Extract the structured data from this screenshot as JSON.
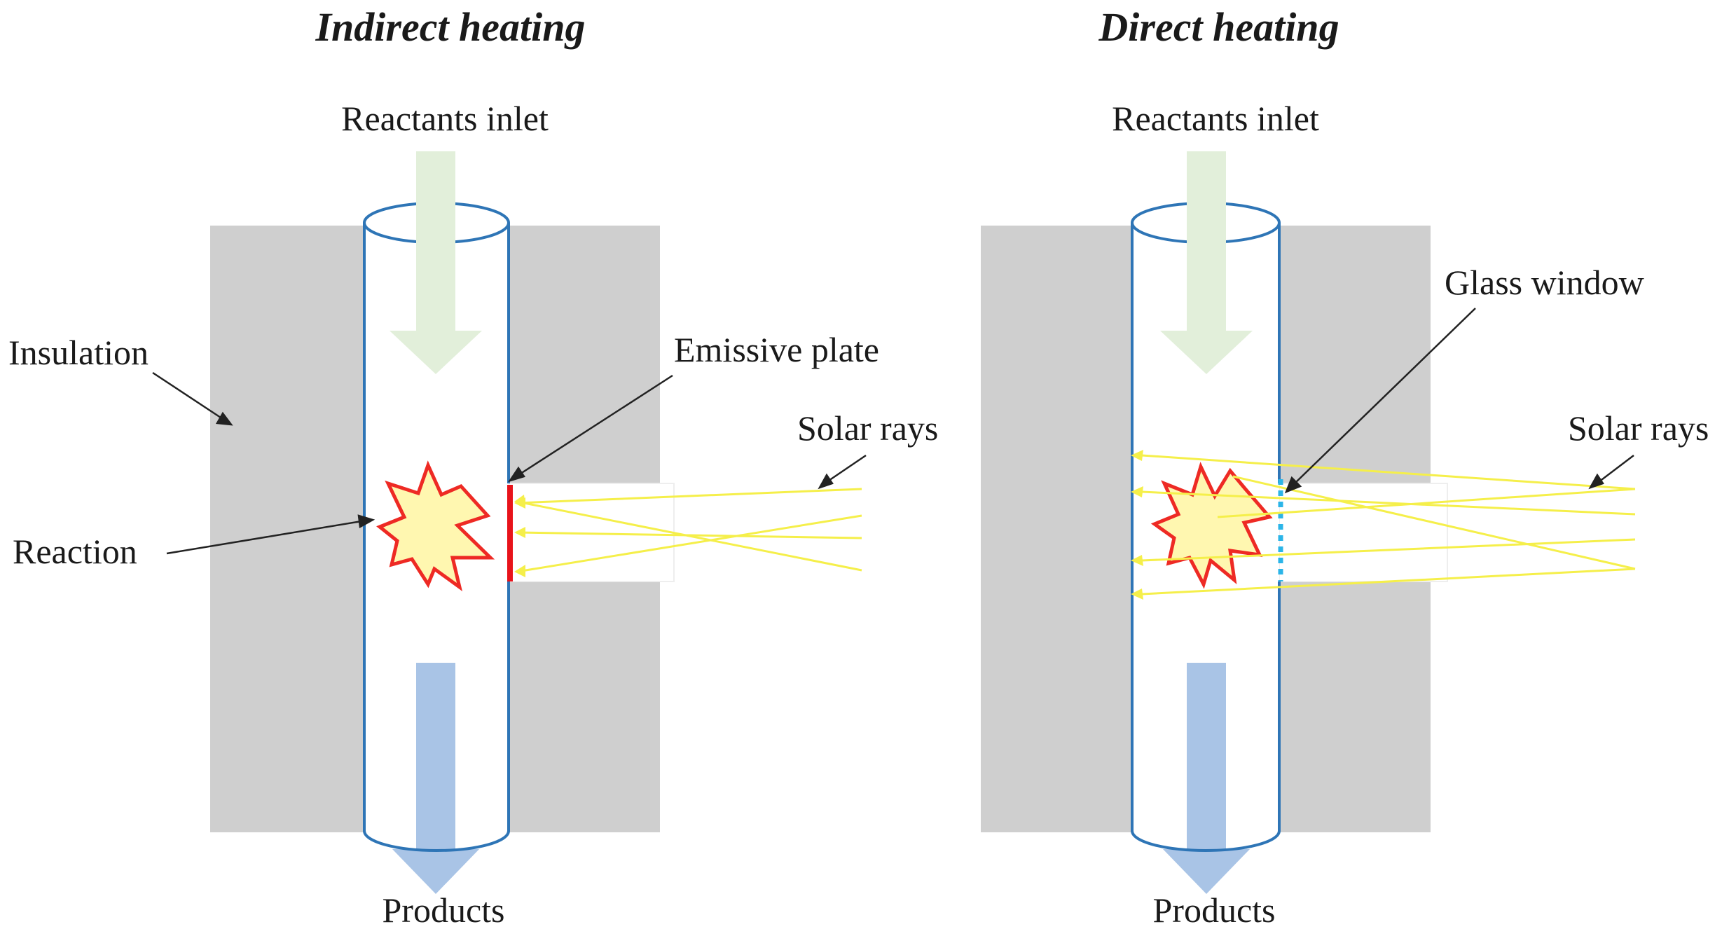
{
  "panels": {
    "indirect": {
      "title": "Indirect heating",
      "inlet_label": "Reactants inlet",
      "products_label": "Products",
      "insulation_label": "Insulation",
      "reaction_label": "Reaction",
      "emissive_plate_label": "Emissive plate",
      "solar_rays_label": "Solar rays"
    },
    "direct": {
      "title": "Direct heating",
      "inlet_label": "Reactants inlet",
      "products_label": "Products",
      "glass_window_label": "Glass window",
      "solar_rays_label": "Solar rays"
    }
  },
  "colors": {
    "insulation": "#cfcfcf",
    "tube_outline": "#2e75b6",
    "inlet_arrow": "#e2efda",
    "products_arrow": "#a9c4e6",
    "emissive_plate": "#e8131a",
    "glass_window": "#2bb5e8",
    "solar_ray": "#f5ef4a",
    "reaction_fill": "#fff7b0",
    "reaction_stroke": "#ee2a24"
  }
}
